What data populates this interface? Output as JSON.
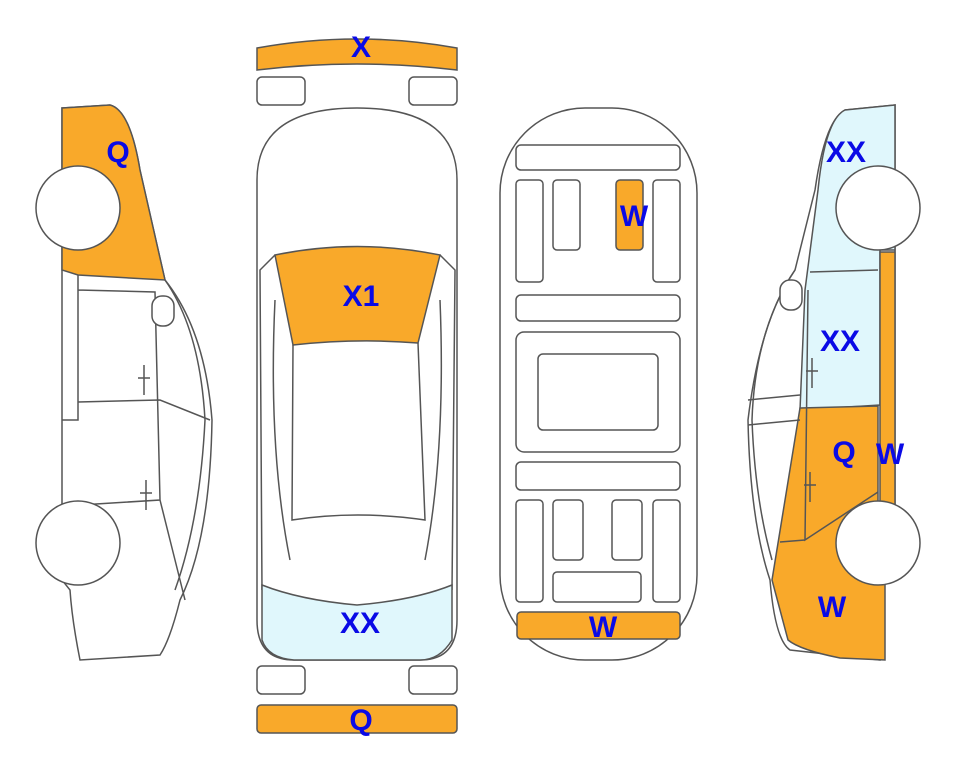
{
  "colors": {
    "damage_orange": "#F9A92A",
    "damage_lightblue": "#E0F7FC",
    "label": "#0A0AE6"
  },
  "labels": {
    "front_bumper": "X",
    "left_side_front": "Q",
    "windshield": "X1",
    "rear_window": "XX",
    "rear_bumper": "Q",
    "underbody_front": "W",
    "underbody_rear": "W",
    "right_side_front": "XX",
    "right_side_front_door": "XX",
    "right_side_rear_door": "Q",
    "right_side_sill": "W",
    "right_side_rear": "W"
  }
}
